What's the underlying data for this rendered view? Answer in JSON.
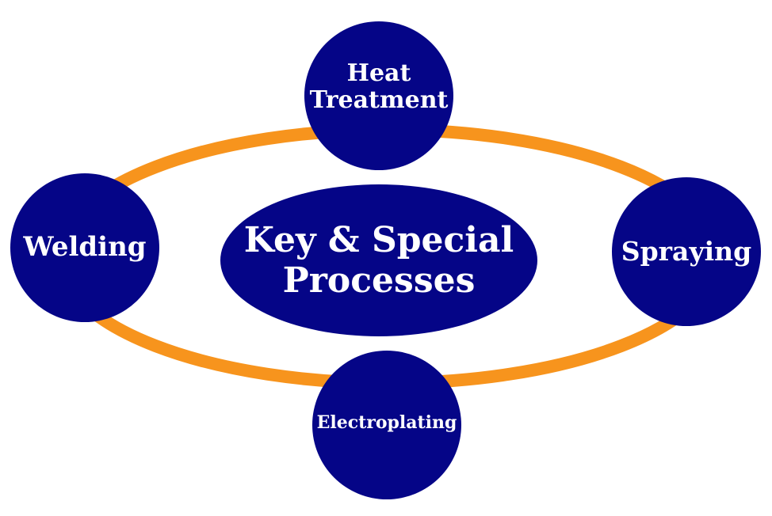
{
  "center": {
    "line1": "Key & Special",
    "line2": "Processes"
  },
  "nodes": {
    "top": {
      "line1": "Heat",
      "line2": "Treatment"
    },
    "left": "Welding",
    "right": "Spraying",
    "bottom": "Electroplating"
  },
  "colors": {
    "ring": "#F7941D",
    "node": "#050587",
    "text": "#ffffff"
  }
}
